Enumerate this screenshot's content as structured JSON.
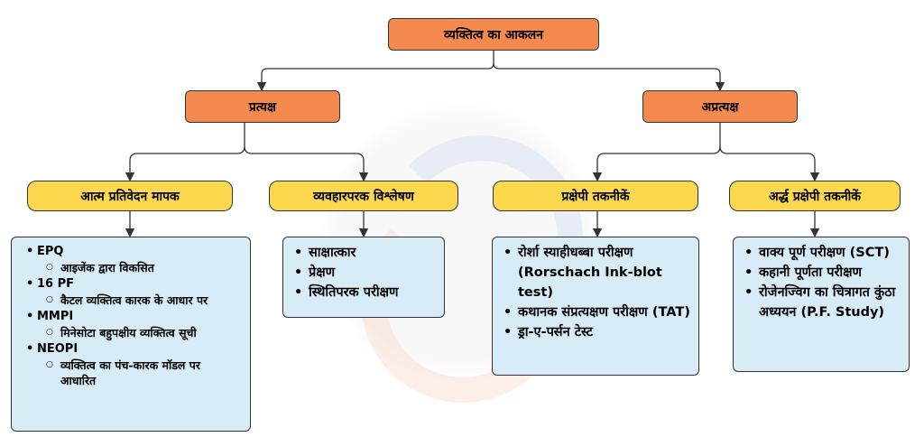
{
  "root": {
    "label": "व्यक्तित्व का आकलन"
  },
  "level1": [
    {
      "label": "प्रत्यक्ष"
    },
    {
      "label": "अप्रत्यक्ष"
    }
  ],
  "level2": [
    {
      "label": "आत्म प्रतिवेदन मापक"
    },
    {
      "label": "व्यवहारपरक विश्लेषण"
    },
    {
      "label": "प्रक्षेपी तकनीकें"
    },
    {
      "label": "अर्द्ध प्रक्षेपी तकनीकें"
    }
  ],
  "self_report": [
    {
      "name": "EPQ",
      "detail": "आइजेंक द्वारा विकसित"
    },
    {
      "name": "16 PF",
      "detail": "कैटल व्यक्तित्व कारक के आधार पर"
    },
    {
      "name": "MMPI",
      "detail": "मिनेसोटा बहुपक्षीय व्यक्तित्व सूची"
    },
    {
      "name": "NEOPI",
      "detail": "व्यक्तित्व का पंच-कारक मॉडल पर आधारित"
    }
  ],
  "behavioral": [
    "साक्षात्कार",
    "प्रेक्षण",
    "स्थितिपरक परीक्षण"
  ],
  "projective": [
    "रोर्शा स्याहीधब्बा परीक्षण (Rorschach Ink-blot test)",
    "कथानक संप्रत्यक्षण परीक्षण (TAT)",
    "ड्रा-ए-पर्सन टेस्ट"
  ],
  "semi_projective": [
    "वाक्य पूर्ण परीक्षण (SCT)",
    "कहानी पूर्णता परीक्षण",
    "रोजेनज्विग का चित्रागत कुंठा अध्ययन (P.F. Study)"
  ]
}
